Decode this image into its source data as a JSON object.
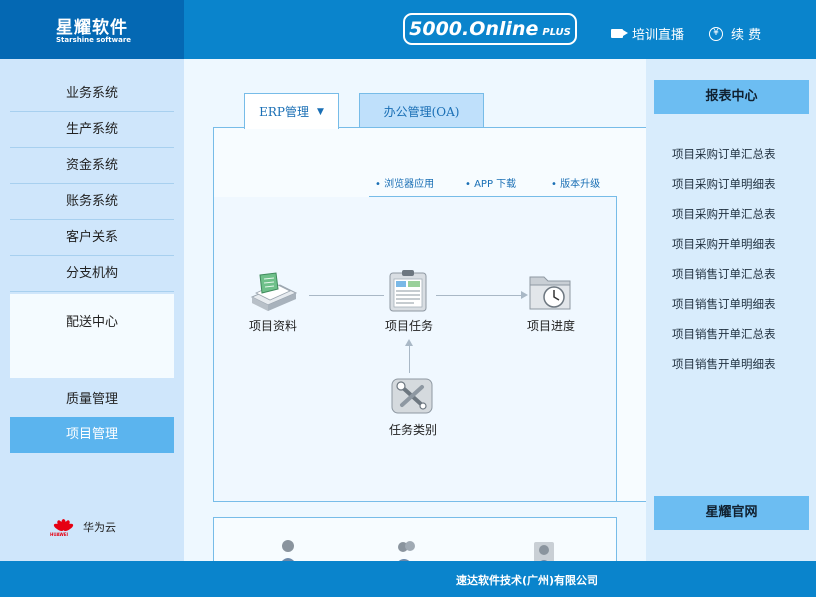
{
  "header": {
    "logo_cn": "星耀软件",
    "logo_en": "Starshine software",
    "product_name": "5000.Online",
    "product_plus": "PLUS",
    "training_label": "培训直播",
    "renew_label": "续 费"
  },
  "sidebar": {
    "items": [
      {
        "label": "业务系统"
      },
      {
        "label": "生产系统"
      },
      {
        "label": "资金系统"
      },
      {
        "label": "账务系统"
      },
      {
        "label": "客户关系"
      },
      {
        "label": "分支机构"
      },
      {
        "label": "配送中心"
      },
      {
        "label": "质量管理"
      },
      {
        "label": "项目管理"
      }
    ],
    "active": "项目管理",
    "partner_text": "华为云",
    "partner_logo_text": "HUAWEI"
  },
  "main": {
    "tabs": [
      {
        "label": "ERP管理"
      },
      {
        "label": "办公管理(OA)"
      }
    ],
    "subtabs": [
      {
        "label": "• 浏览器应用"
      },
      {
        "label": "• APP 下载"
      },
      {
        "label": "• 版本升级"
      }
    ],
    "flow": [
      {
        "label": "项目资料",
        "icon": "project-docs-icon"
      },
      {
        "label": "项目任务",
        "icon": "project-task-icon"
      },
      {
        "label": "项目进度",
        "icon": "project-progress-icon"
      },
      {
        "label": "任务类别",
        "icon": "task-category-icon"
      }
    ]
  },
  "right": {
    "reports_title": "报表中心",
    "reports": [
      "项目采购订单汇总表",
      "项目采购订单明细表",
      "项目采购开单汇总表",
      "项目采购开单明细表",
      "项目销售订单汇总表",
      "项目销售订单明细表",
      "项目销售开单汇总表",
      "项目销售开单明细表"
    ],
    "website_label": "星耀官网"
  },
  "footer": {
    "company": "速达软件技术(广州)有限公司"
  },
  "colors": {
    "header_blue": "#0a84cc",
    "logo_blue": "#0468b3",
    "active_nav": "#5bb4ee",
    "right_head": "#6cbdf2"
  }
}
